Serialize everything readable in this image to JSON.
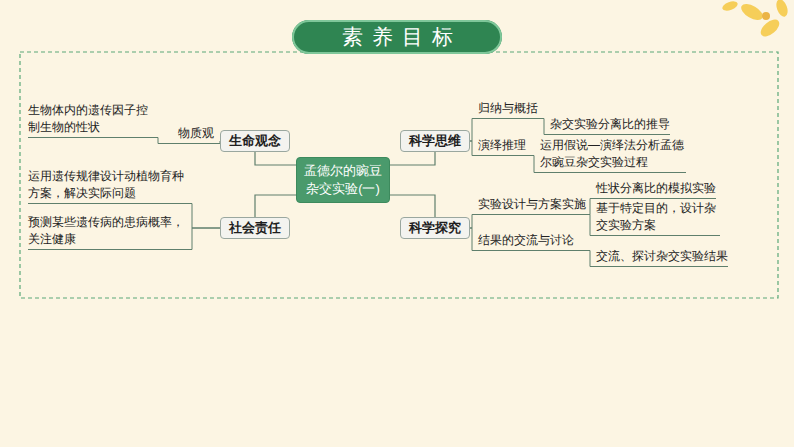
{
  "diagram": {
    "title": "素养目标",
    "nodes": [
      {
        "text": [
          "生命观念"
        ]
      },
      {
        "text": [
          "科学思维"
        ]
      },
      {
        "text": [
          "孟德尔的豌豆杂交实验(一)"
        ]
      },
      {
        "text": [
          "社会责任"
        ]
      },
      {
        "text": [
          "科学探究"
        ]
      }
    ],
    "edges": [
      {
        "from": 2,
        "to": 0,
        "arrow": "none"
      },
      {
        "from": 2,
        "to": 1,
        "arrow": "none"
      },
      {
        "from": 2,
        "to": 3,
        "arrow": "none"
      },
      {
        "from": 2,
        "to": 4,
        "arrow": "none"
      }
    ],
    "labels": [
      "生物体内的遗传因子控制生物的性状",
      "物质观",
      "归纳与概括",
      "杂交实验分离比的推导",
      "演绎推理",
      "运用假说—演绎法分析孟德尔豌豆杂交实验过程",
      "运用遗传规律设计动植物育种方案，解决实际问题",
      "性状分离比的模拟实验",
      "实验设计与方案实施",
      "基于特定目的，设计杂交实验方案",
      "预测某些遗传病的患病概率，关注健康",
      "结果的交流与讨论",
      "交流、探讨杂交实验结果"
    ]
  }
}
